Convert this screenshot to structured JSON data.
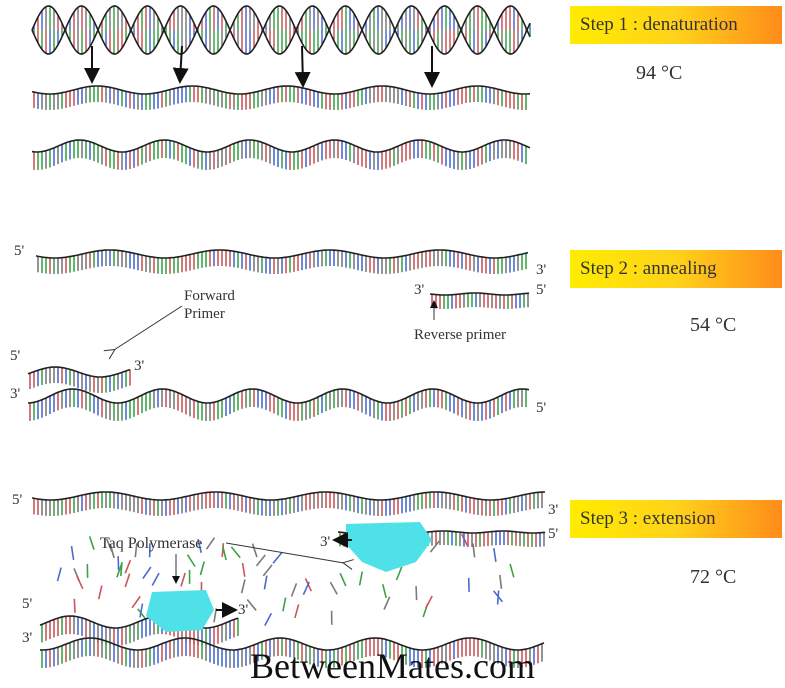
{
  "steps": [
    {
      "label": "Step 1 : denaturation",
      "temp": "94 °C"
    },
    {
      "label": "Step 2 : annealing",
      "temp": "54 °C"
    },
    {
      "label": "Step 3 : extension",
      "temp": "72 °C"
    }
  ],
  "ends": {
    "five": "5'",
    "three": "3'"
  },
  "labels": {
    "forward_primer_line1": "Forward",
    "forward_primer_line2": "Primer",
    "reverse_primer": "Reverse primer",
    "taq_polymerase": "Taq Polymerase"
  },
  "watermark": "BetweenMates.com",
  "colors": {
    "base_red": "#c8565a",
    "base_green": "#3aa348",
    "base_blue": "#4a6ad0",
    "base_gray": "#7a7a7a",
    "polymerase": "#4fe1e8",
    "step_gradient_start": "#ffec00",
    "step_gradient_end": "#ff8c1a"
  }
}
